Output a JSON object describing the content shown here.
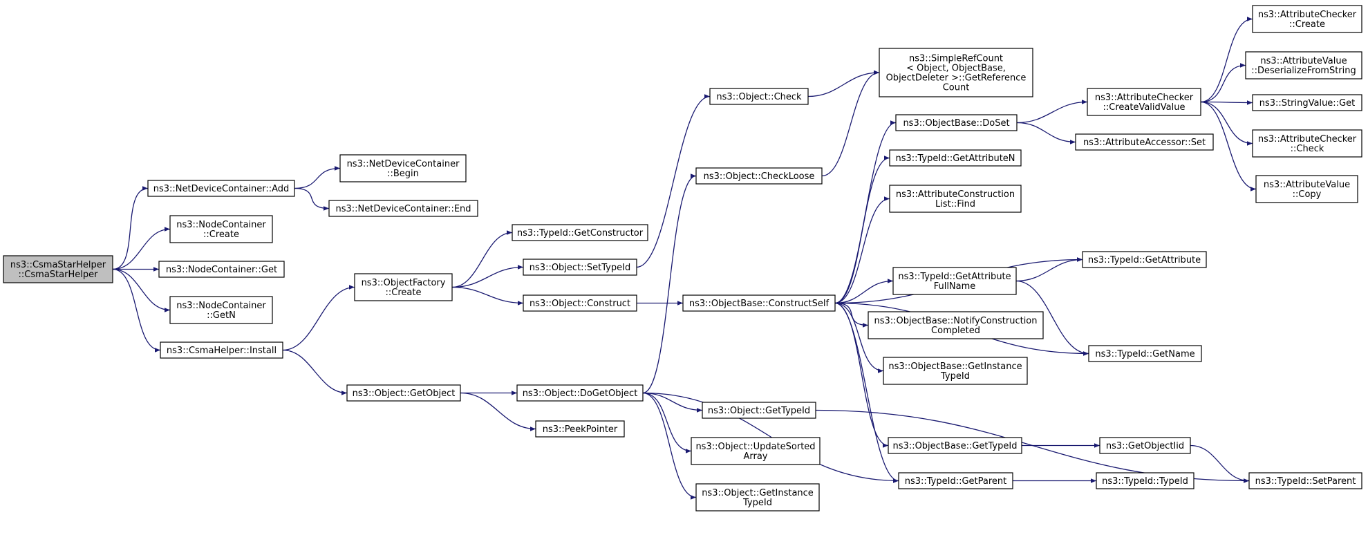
{
  "nodes": [
    {
      "id": "root",
      "lines": [
        "ns3::CsmaStarHelper",
        "::CsmaStarHelper"
      ]
    },
    {
      "id": "ndc_add",
      "lines": [
        "ns3::NetDeviceContainer::Add"
      ]
    },
    {
      "id": "ndc_begin",
      "lines": [
        "ns3::NetDeviceContainer",
        "::Begin"
      ]
    },
    {
      "id": "ndc_end",
      "lines": [
        "ns3::NetDeviceContainer::End"
      ]
    },
    {
      "id": "nc_create",
      "lines": [
        "ns3::NodeContainer",
        "::Create"
      ]
    },
    {
      "id": "nc_get",
      "lines": [
        "ns3::NodeContainer::Get"
      ]
    },
    {
      "id": "nc_getn",
      "lines": [
        "ns3::NodeContainer",
        "::GetN"
      ]
    },
    {
      "id": "ch_install",
      "lines": [
        "ns3::CsmaHelper::Install"
      ]
    },
    {
      "id": "of_create",
      "lines": [
        "ns3::ObjectFactory",
        "::Create"
      ]
    },
    {
      "id": "tid_getctor",
      "lines": [
        "ns3::TypeId::GetConstructor"
      ]
    },
    {
      "id": "obj_settid",
      "lines": [
        "ns3::Object::SetTypeId"
      ]
    },
    {
      "id": "obj_construct",
      "lines": [
        "ns3::Object::Construct"
      ]
    },
    {
      "id": "obj_getobject",
      "lines": [
        "ns3::Object::GetObject"
      ]
    },
    {
      "id": "peekpointer",
      "lines": [
        "ns3::PeekPointer"
      ]
    },
    {
      "id": "obj_dogetobject",
      "lines": [
        "ns3::Object::DoGetObject"
      ]
    },
    {
      "id": "obj_check",
      "lines": [
        "ns3::Object::Check"
      ]
    },
    {
      "id": "obj_checkloose",
      "lines": [
        "ns3::Object::CheckLoose"
      ]
    },
    {
      "id": "ob_constructself",
      "lines": [
        "ns3::ObjectBase::ConstructSelf"
      ]
    },
    {
      "id": "obj_gettid",
      "lines": [
        "ns3::Object::GetTypeId"
      ]
    },
    {
      "id": "obj_updatesorted",
      "lines": [
        "ns3::Object::UpdateSorted",
        "Array"
      ]
    },
    {
      "id": "obj_getinstancetid",
      "lines": [
        "ns3::Object::GetInstance",
        "TypeId"
      ]
    },
    {
      "id": "src_getref",
      "lines": [
        "ns3::SimpleRefCount",
        "< Object, ObjectBase,",
        "ObjectDeleter >::GetReference",
        "Count"
      ]
    },
    {
      "id": "ob_doset",
      "lines": [
        "ns3::ObjectBase::DoSet"
      ]
    },
    {
      "id": "tid_getattrn",
      "lines": [
        "ns3::TypeId::GetAttributeN"
      ]
    },
    {
      "id": "acl_find",
      "lines": [
        "ns3::AttributeConstruction",
        "List::Find"
      ]
    },
    {
      "id": "tid_getattrfull",
      "lines": [
        "ns3::TypeId::GetAttribute",
        "FullName"
      ]
    },
    {
      "id": "ob_notify",
      "lines": [
        "ns3::ObjectBase::NotifyConstruction",
        "Completed"
      ]
    },
    {
      "id": "ob_getinstancetid",
      "lines": [
        "ns3::ObjectBase::GetInstance",
        "TypeId"
      ]
    },
    {
      "id": "ob_gettid",
      "lines": [
        "ns3::ObjectBase::GetTypeId"
      ]
    },
    {
      "id": "tid_getparent",
      "lines": [
        "ns3::TypeId::GetParent"
      ]
    },
    {
      "id": "ac_createvalid",
      "lines": [
        "ns3::AttributeChecker",
        "::CreateValidValue"
      ]
    },
    {
      "id": "aa_set",
      "lines": [
        "ns3::AttributeAccessor::Set"
      ]
    },
    {
      "id": "tid_getattr",
      "lines": [
        "ns3::TypeId::GetAttribute"
      ]
    },
    {
      "id": "tid_getname",
      "lines": [
        "ns3::TypeId::GetName"
      ]
    },
    {
      "id": "getobjectiid",
      "lines": [
        "ns3::GetObjectIid"
      ]
    },
    {
      "id": "tid_typeid",
      "lines": [
        "ns3::TypeId::TypeId"
      ]
    },
    {
      "id": "ac_create",
      "lines": [
        "ns3::AttributeChecker",
        "::Create"
      ]
    },
    {
      "id": "av_deser",
      "lines": [
        "ns3::AttributeValue",
        "::DeserializeFromString"
      ]
    },
    {
      "id": "sv_get",
      "lines": [
        "ns3::StringValue::Get"
      ]
    },
    {
      "id": "ac_check",
      "lines": [
        "ns3::AttributeChecker",
        "::Check"
      ]
    },
    {
      "id": "av_copy",
      "lines": [
        "ns3::AttributeValue",
        "::Copy"
      ]
    },
    {
      "id": "tid_setparent",
      "lines": [
        "ns3::TypeId::SetParent"
      ]
    }
  ],
  "edges": [
    [
      "root",
      "ndc_add"
    ],
    [
      "root",
      "nc_create"
    ],
    [
      "root",
      "nc_get"
    ],
    [
      "root",
      "nc_getn"
    ],
    [
      "root",
      "ch_install"
    ],
    [
      "ndc_add",
      "ndc_begin"
    ],
    [
      "ndc_add",
      "ndc_end"
    ],
    [
      "ch_install",
      "of_create"
    ],
    [
      "ch_install",
      "obj_getobject"
    ],
    [
      "of_create",
      "tid_getctor"
    ],
    [
      "of_create",
      "obj_settid"
    ],
    [
      "of_create",
      "obj_construct"
    ],
    [
      "obj_settid",
      "obj_check"
    ],
    [
      "obj_construct",
      "ob_constructself"
    ],
    [
      "obj_getobject",
      "obj_dogetobject"
    ],
    [
      "obj_getobject",
      "peekpointer"
    ],
    [
      "obj_dogetobject",
      "obj_checkloose"
    ],
    [
      "obj_dogetobject",
      "obj_gettid"
    ],
    [
      "obj_dogetobject",
      "obj_updatesorted"
    ],
    [
      "obj_dogetobject",
      "obj_getinstancetid"
    ],
    [
      "obj_dogetobject",
      "tid_getparent"
    ],
    [
      "obj_check",
      "src_getref"
    ],
    [
      "obj_checkloose",
      "src_getref"
    ],
    [
      "ob_constructself",
      "ob_doset"
    ],
    [
      "ob_constructself",
      "tid_getattrn"
    ],
    [
      "ob_constructself",
      "acl_find"
    ],
    [
      "ob_constructself",
      "tid_getattr"
    ],
    [
      "ob_constructself",
      "tid_getattrfull"
    ],
    [
      "ob_constructself",
      "ob_notify"
    ],
    [
      "ob_constructself",
      "ob_getinstancetid"
    ],
    [
      "ob_constructself",
      "tid_getname"
    ],
    [
      "ob_constructself",
      "ob_gettid"
    ],
    [
      "ob_constructself",
      "tid_getparent"
    ],
    [
      "obj_gettid",
      "tid_setparent"
    ],
    [
      "ob_doset",
      "ac_createvalid"
    ],
    [
      "ob_doset",
      "aa_set"
    ],
    [
      "tid_getattrfull",
      "tid_getattr"
    ],
    [
      "tid_getattrfull",
      "tid_getname"
    ],
    [
      "ob_gettid",
      "getobjectiid"
    ],
    [
      "tid_getparent",
      "tid_typeid"
    ],
    [
      "getobjectiid",
      "tid_setparent"
    ],
    [
      "ac_createvalid",
      "ac_create"
    ],
    [
      "ac_createvalid",
      "av_deser"
    ],
    [
      "ac_createvalid",
      "sv_get"
    ],
    [
      "ac_createvalid",
      "ac_check"
    ],
    [
      "ac_createvalid",
      "av_copy"
    ]
  ]
}
